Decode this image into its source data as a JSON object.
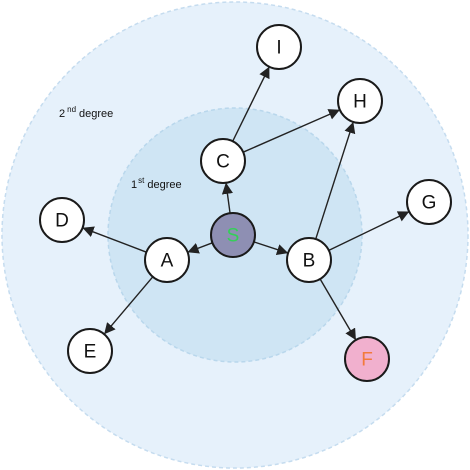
{
  "colors": {
    "outer_ring": "#e6f1fb",
    "outer_ring_stroke": "#c5dcef",
    "inner_ring": "#cfe5f4",
    "inner_ring_stroke": "#b9d7ec",
    "node_fill": "#ffffff",
    "node_stroke": "#1a1a1a",
    "source_fill": "#8e8fb3",
    "source_stroke": "#55556e",
    "source_text": "#34d058",
    "target_fill": "#f1b0ce",
    "target_stroke": "#c96a9b",
    "target_text": "#f27a3c",
    "edge": "#222222"
  },
  "rings": {
    "outer": {
      "degree": "2",
      "suffix": "nd",
      "word": "degree"
    },
    "inner": {
      "degree": "1",
      "suffix": "st",
      "word": "degree"
    }
  },
  "nodes": [
    {
      "id": "S",
      "label": "S",
      "kind": "source"
    },
    {
      "id": "A",
      "label": "A",
      "kind": "normal"
    },
    {
      "id": "B",
      "label": "B",
      "kind": "normal"
    },
    {
      "id": "C",
      "label": "C",
      "kind": "normal"
    },
    {
      "id": "D",
      "label": "D",
      "kind": "normal"
    },
    {
      "id": "E",
      "label": "E",
      "kind": "normal"
    },
    {
      "id": "F",
      "label": "F",
      "kind": "target"
    },
    {
      "id": "G",
      "label": "G",
      "kind": "normal"
    },
    {
      "id": "H",
      "label": "H",
      "kind": "normal"
    },
    {
      "id": "I",
      "label": "I",
      "kind": "normal"
    }
  ],
  "edges": [
    {
      "from": "S",
      "to": "A"
    },
    {
      "from": "S",
      "to": "B"
    },
    {
      "from": "S",
      "to": "C"
    },
    {
      "from": "A",
      "to": "D"
    },
    {
      "from": "A",
      "to": "E"
    },
    {
      "from": "C",
      "to": "I"
    },
    {
      "from": "C",
      "to": "H"
    },
    {
      "from": "B",
      "to": "H"
    },
    {
      "from": "B",
      "to": "G"
    },
    {
      "from": "B",
      "to": "F"
    }
  ]
}
